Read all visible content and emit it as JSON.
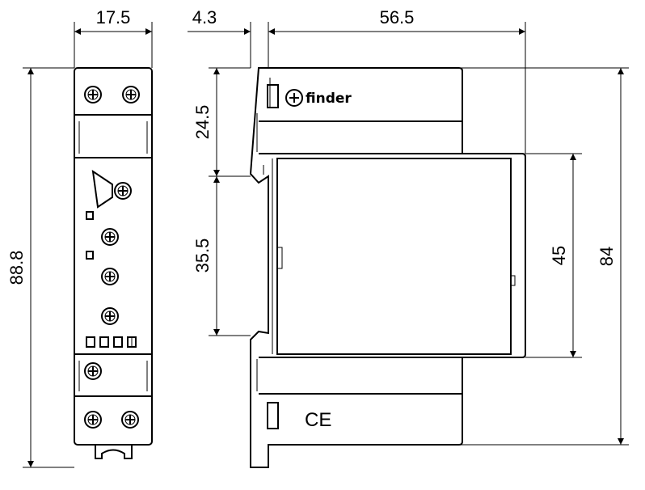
{
  "dimensions": {
    "width_front": "17.5",
    "rail_offset": "4.3",
    "depth": "56.5",
    "height_front": "88.8",
    "top_to_rail": "24.5",
    "rail_width": "35.5",
    "window_height": "45",
    "height_side": "84"
  },
  "labels": {
    "brand": "finder",
    "mark": "CE"
  }
}
